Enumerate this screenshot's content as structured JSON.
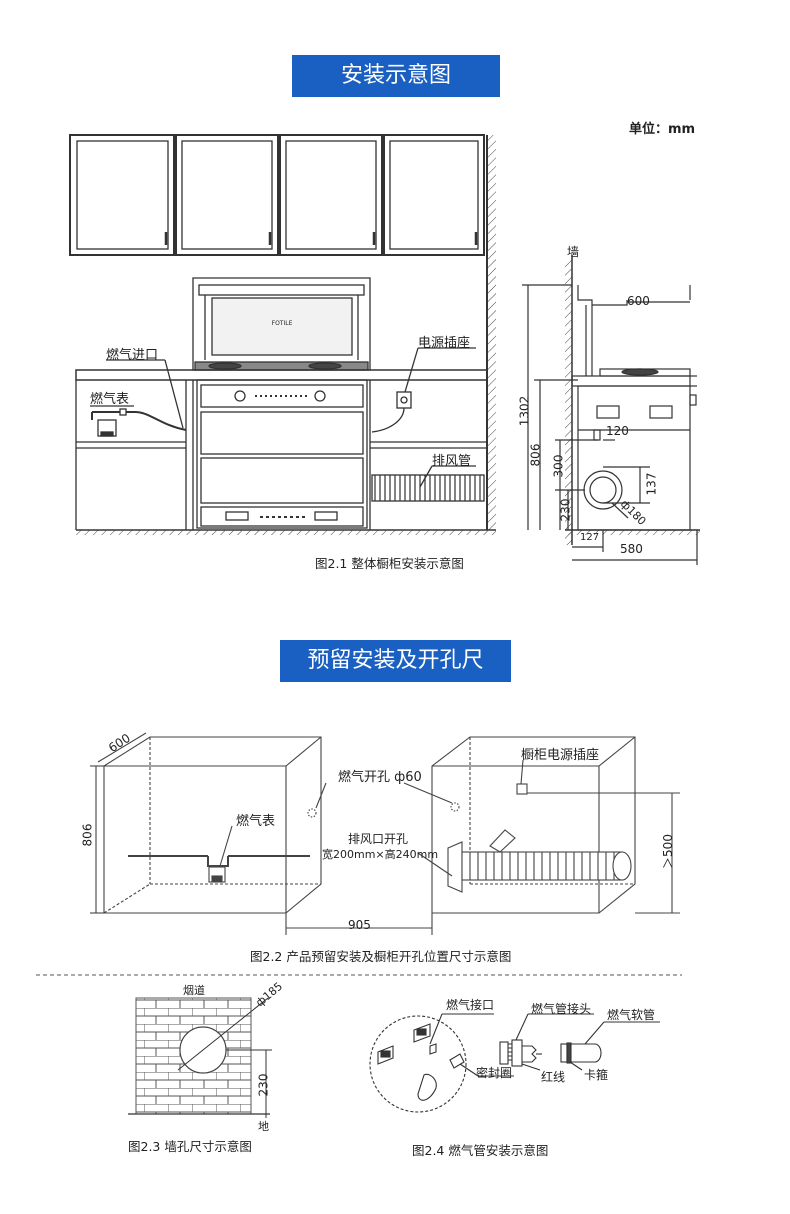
{
  "section1": {
    "title": "安装示意图",
    "unit": "单位：mm",
    "labels": {
      "gas_inlet": "燃气进口",
      "gas_meter": "燃气表",
      "power_socket": "电源插座",
      "exhaust_pipe": "排风管",
      "wall": "墙"
    },
    "dimensions": {
      "d600": "600",
      "d1302": "1302",
      "d806": "806",
      "d120": "120",
      "d300": "300",
      "d137": "137",
      "d230": "230",
      "d180": "ф180",
      "d127": "127",
      "d580": "580"
    },
    "caption": "图2.1  整体橱柜安装示意图"
  },
  "section2": {
    "title": "预留安装及开孔尺",
    "labels": {
      "depth600": "600",
      "height806": "806",
      "gas_hole": "燃气开孔 ф60",
      "gas_meter": "燃气表",
      "exhaust_hole": "排风口开孔",
      "exhaust_size": "宽200mm×高240mm",
      "cabinet_socket": "橱柜电源插座",
      "gt500": "＞500",
      "width905": "905"
    },
    "caption": "图2.2  产品预留安装及橱柜开孔位置尺寸示意图"
  },
  "section3": {
    "labels": {
      "flue": "烟道",
      "d185": "ф185",
      "h230": "230",
      "ground": "地"
    },
    "caption": "图2.3 墙孔尺寸示意图"
  },
  "section4": {
    "labels": {
      "gas_port": "燃气接口",
      "pipe_joint": "燃气管接头",
      "soft_pipe": "燃气软管",
      "seal_ring": "密封圈",
      "red_line": "红线",
      "clamp": "卡箍"
    },
    "caption": "图2.4 燃气管安装示意图"
  }
}
